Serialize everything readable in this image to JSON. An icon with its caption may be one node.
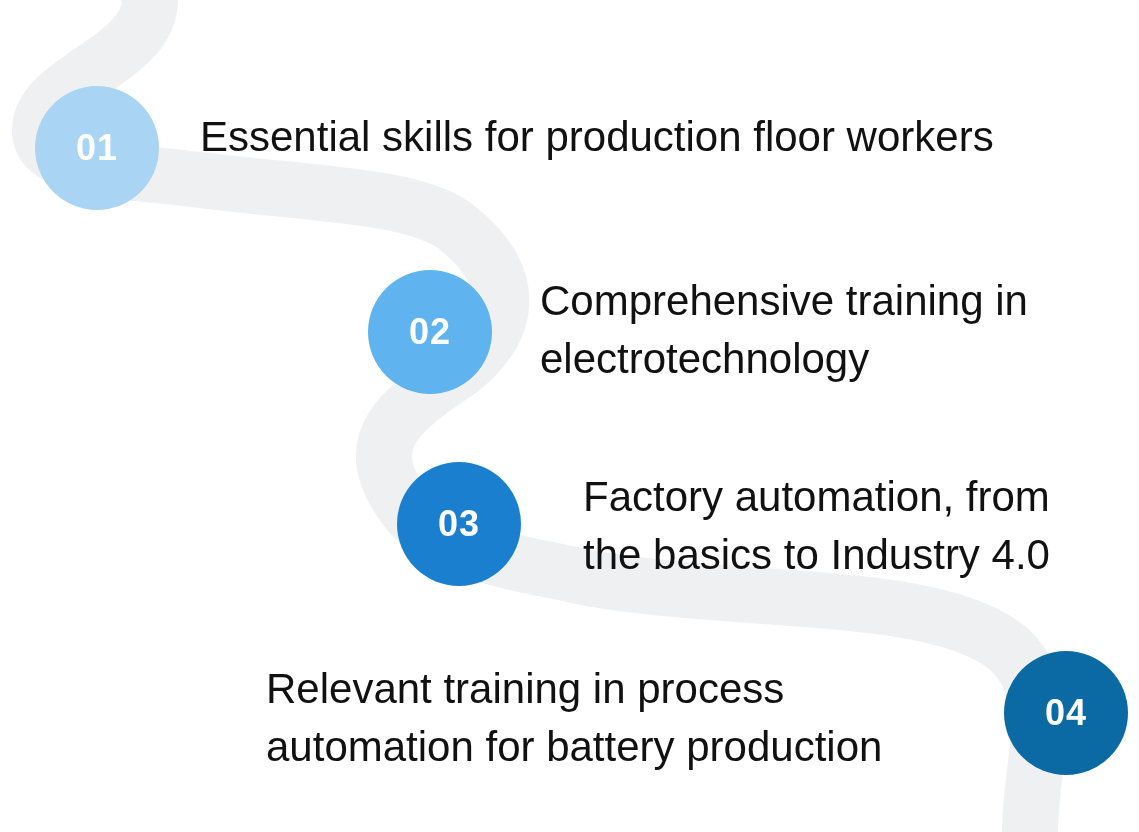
{
  "diagram": {
    "nodes": [
      {
        "text": [
          "01"
        ],
        "beside": [
          "Essential skills for production floor workers"
        ]
      },
      {
        "text": [
          "02"
        ],
        "beside": [
          "Comprehensive training in electrotechnology"
        ]
      },
      {
        "text": [
          "03"
        ],
        "beside": [
          "Factory automation, from the basics to Industry 4.0"
        ]
      },
      {
        "text": [
          "04"
        ],
        "beside": [
          "Relevant training in process automation for battery production"
        ]
      }
    ]
  }
}
